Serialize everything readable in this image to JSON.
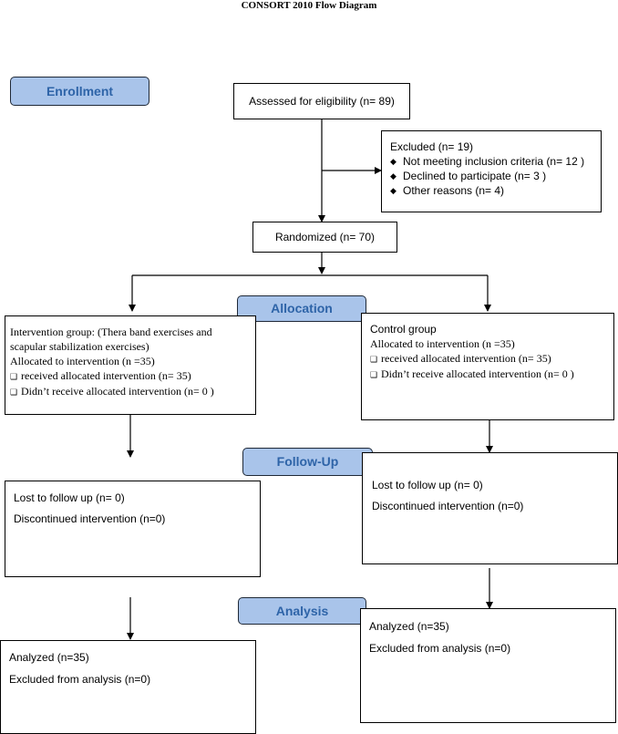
{
  "title": "CONSORT 2010 Flow Diagram",
  "stages": {
    "enrollment": "Enrollment",
    "allocation": "Allocation",
    "followup": "Follow-Up",
    "analysis": "Analysis"
  },
  "assessed": "Assessed for eligibility (n= 89)",
  "excluded": {
    "heading": "Excluded (n= 19)",
    "items": [
      "Not meeting inclusion criteria (n= 12 )",
      "Declined to participate (n= 3 )",
      "Other reasons (n= 4)"
    ]
  },
  "randomized": "Randomized (n= 70)",
  "intervention": {
    "line1": "Intervention group: (Thera band exercises and",
    "line2": "scapular stabilization exercises)",
    "allocated": "Allocated to intervention (n =35)",
    "received": "received allocated intervention (n= 35)",
    "not_received": "Didn’t receive allocated intervention (n= 0 )",
    "lost": "Lost to follow up (n= 0)",
    "discontinued": "Discontinued intervention (n=0)",
    "analyzed": "Analyzed (n=35)",
    "excluded_analysis": "Excluded from analysis (n=0)"
  },
  "control": {
    "line1": "Control group",
    "allocated": "Allocated to intervention (n =35)",
    "received": "received allocated intervention (n= 35)",
    "not_received": "Didn’t receive allocated intervention (n= 0 )",
    "lost": "Lost to follow up (n= 0)",
    "discontinued": "Discontinued intervention (n=0)",
    "analyzed": "Analyzed (n=35)",
    "excluded_analysis": "Excluded from analysis (n=0)"
  },
  "icons": {
    "bullet": "diamond-bullet-icon",
    "checkbox": "checkbox-icon"
  }
}
